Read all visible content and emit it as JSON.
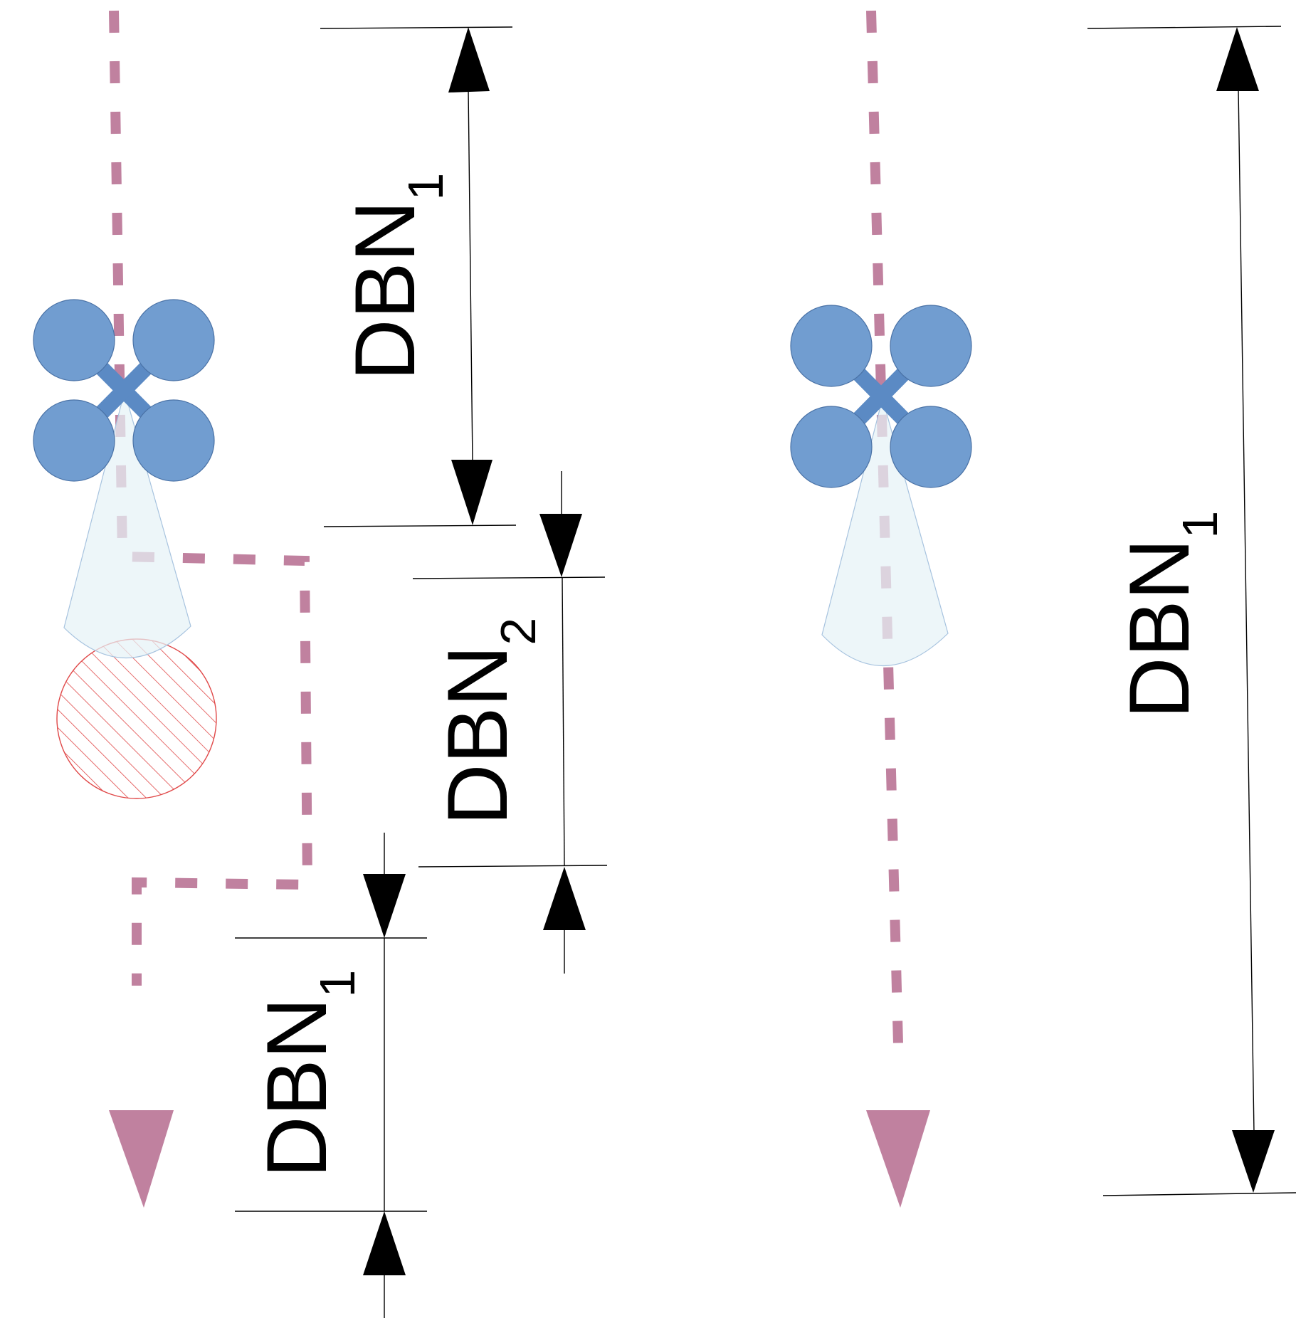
{
  "labels": {
    "dbn1_top": {
      "base": "DBN",
      "sub": "1"
    },
    "dbn2": {
      "base": "DBN",
      "sub": "2"
    },
    "dbn1_bottom": {
      "base": "DBN",
      "sub": "1"
    },
    "dbn1_right": {
      "base": "DBN",
      "sub": "1"
    }
  },
  "colors": {
    "flight_path": "#c0819f",
    "drone_rotor": "#719dd0",
    "sensor_cone": "#e6f2f6",
    "obstacle_hatch": "#e04848",
    "dimension_line": "#000000"
  },
  "icons": {
    "left_drone": "quadcopter-icon",
    "right_drone": "quadcopter-icon",
    "obstacle": "hatched-circle-obstacle"
  }
}
